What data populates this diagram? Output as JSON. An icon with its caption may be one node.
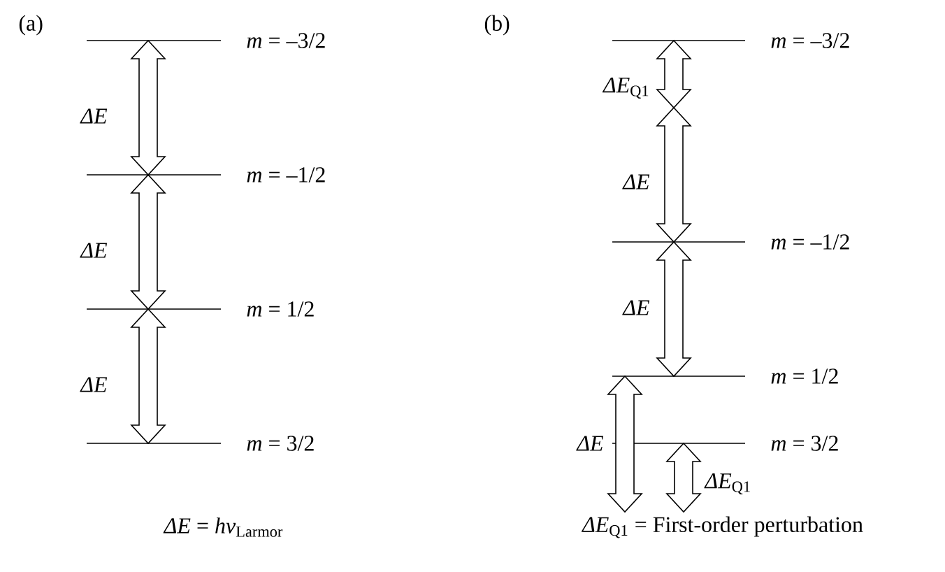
{
  "diagram": {
    "nodes": [
      {
        "text": [
          "*m* = –3/2"
        ]
      },
      {
        "text": [
          "*m* = –1/2"
        ]
      },
      {
        "text": [
          "*m* = 1/2"
        ]
      },
      {
        "text": [
          "*m* = 3/2"
        ]
      },
      {
        "text": [
          "*m* = –3/2"
        ]
      },
      {
        "text": [
          "*m* = –1/2"
        ]
      },
      {
        "text": [
          "*m* = 1/2"
        ]
      },
      {
        "text": [
          "*m* = 3/2"
        ]
      }
    ],
    "edges": [
      {
        "from": 0,
        "to": 1,
        "arrow": "both",
        "label": "*ΔE*"
      },
      {
        "from": 1,
        "to": 2,
        "arrow": "both",
        "label": "*ΔE*"
      },
      {
        "from": 2,
        "to": 3,
        "arrow": "both",
        "label": "*ΔE*"
      },
      {
        "from": 4,
        "to": null,
        "arrow": "both",
        "label": "*ΔE*$_{Q1}$"
      },
      {
        "from": null,
        "to": 5,
        "arrow": "both",
        "label": "*ΔE*"
      },
      {
        "from": 5,
        "to": 6,
        "arrow": "both",
        "label": "*ΔE*"
      },
      {
        "from": 6,
        "to": null,
        "arrow": "both",
        "label": "*ΔE*"
      },
      {
        "from": 7,
        "to": null,
        "arrow": "both",
        "label": "*ΔE*$_{Q1}$"
      }
    ],
    "labels": [
      "(a)",
      "(b)",
      "*ΔE* = *hν*$_{Larmor}$",
      "*ΔE*$_{Q1}$ = First-order perturbation"
    ]
  }
}
